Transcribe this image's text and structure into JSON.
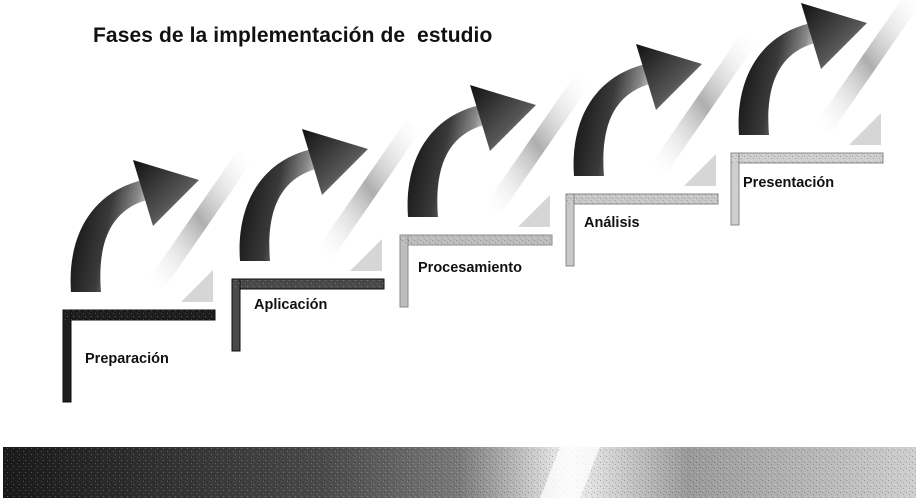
{
  "title": "Fases de la implementación de  estudio",
  "steps": [
    {
      "label": "Preparación"
    },
    {
      "label": "Aplicación"
    },
    {
      "label": "Procesamiento"
    },
    {
      "label": "Análisis"
    },
    {
      "label": "Presentación"
    }
  ],
  "colors": {
    "text": "#111111",
    "dark": "#1e1e1e",
    "light": "#d7d7d7",
    "background": "#ffffff"
  }
}
